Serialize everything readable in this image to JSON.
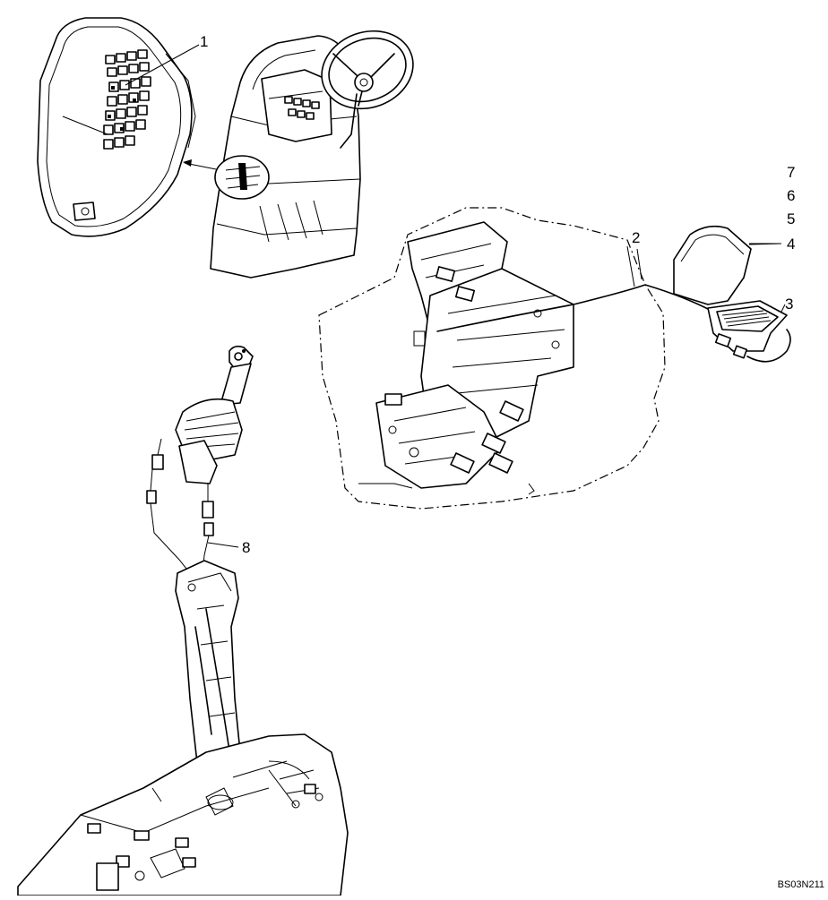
{
  "callouts": {
    "c1": "1",
    "c2": "2",
    "c3": "3",
    "c4": "4",
    "c5": "5",
    "c6": "6",
    "c7": "7",
    "c8": "8"
  },
  "reference_code": "BS03N211"
}
